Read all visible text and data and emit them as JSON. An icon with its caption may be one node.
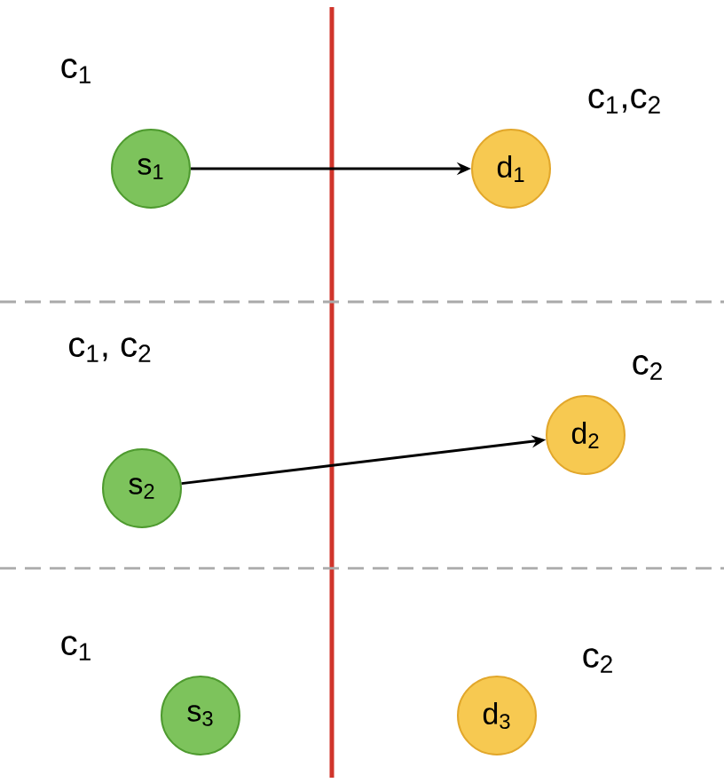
{
  "diagram": {
    "nodes": [
      {
        "text": [
          "s$_{1}$"
        ]
      },
      {
        "text": [
          "d$_{1}$"
        ]
      },
      {
        "text": [
          "s$_{2}$"
        ]
      },
      {
        "text": [
          "d$_{2}$"
        ]
      },
      {
        "text": [
          "s$_{3}$"
        ]
      },
      {
        "text": [
          "d$_{3}$"
        ]
      }
    ],
    "edges": [
      {
        "from": 0,
        "to": 1,
        "arrow": "to"
      },
      {
        "from": 2,
        "to": 3,
        "arrow": "to"
      }
    ],
    "labels": [
      "c$_{1}$",
      "c$_{1}$,c$_{2}$",
      "c$_{1}$, c$_{2}$",
      "c$_{2}$",
      "c$_{1}$",
      "c$_{2}$"
    ]
  }
}
